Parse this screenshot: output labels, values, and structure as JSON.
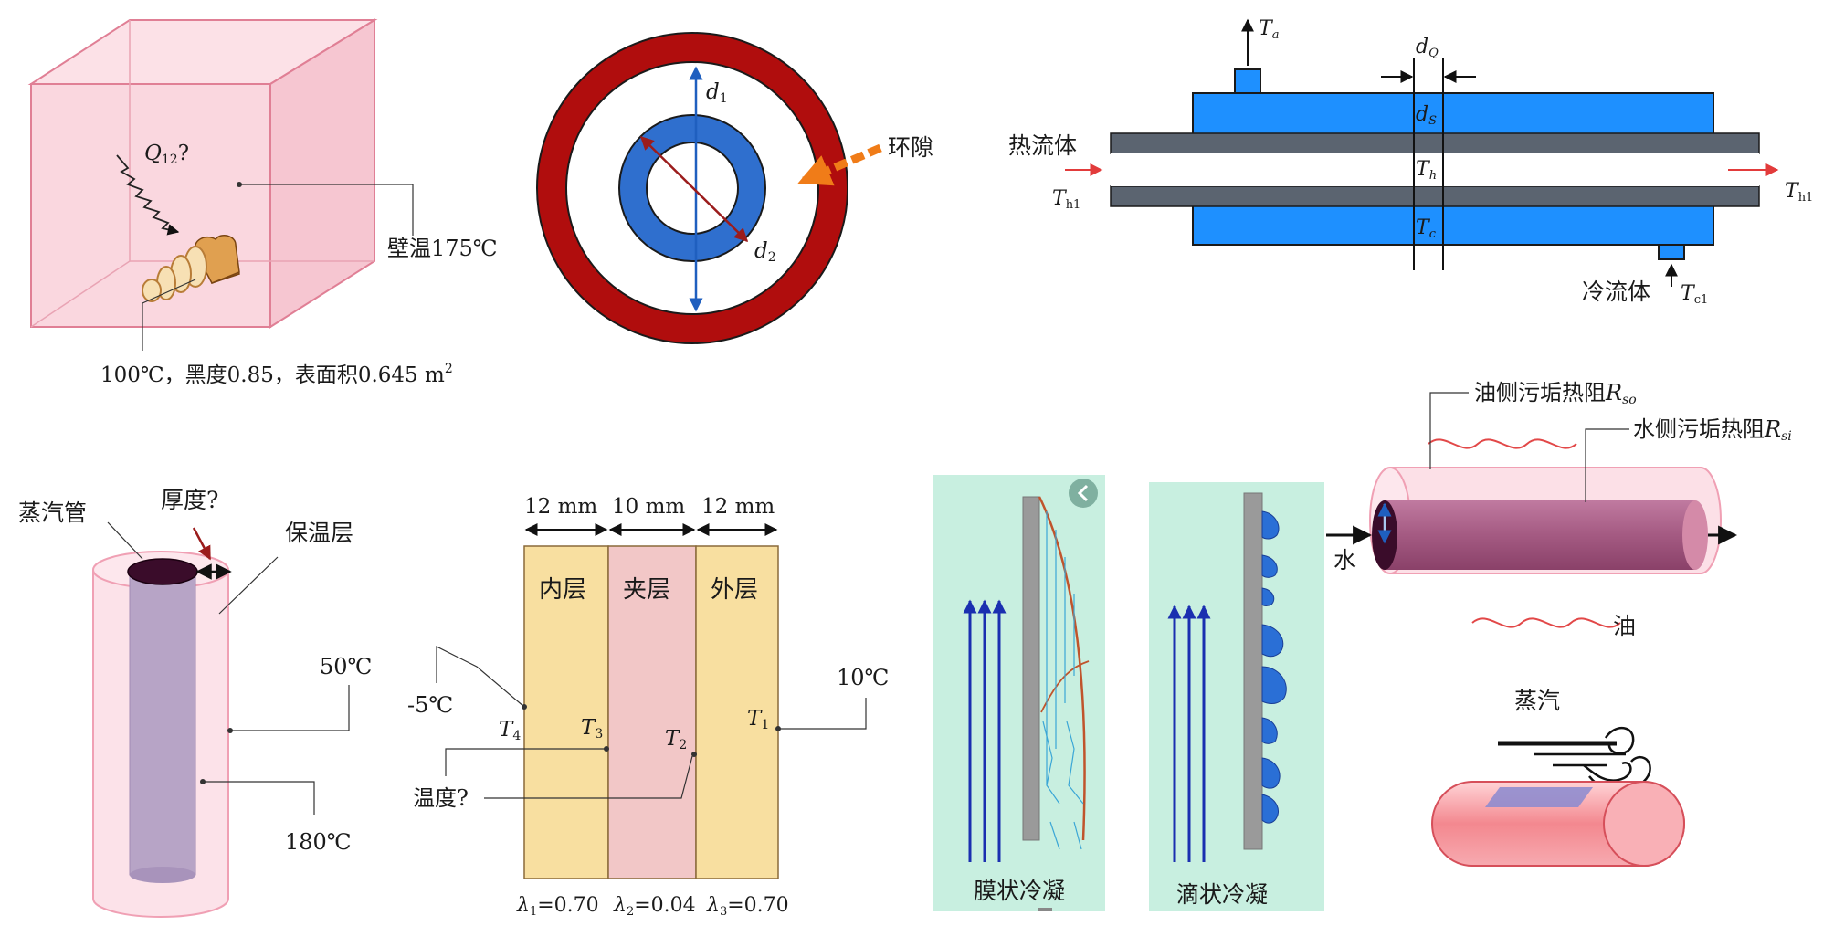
{
  "colors": {
    "box_fill": "#f8c9d4",
    "box_edge": "#e07f95",
    "ring_red": "#b00d0d",
    "ring_blue": "#2f6fce",
    "shell_blue": "#1e90ff",
    "tube_gray": "#5b6470",
    "accent_orange": "#f07c18",
    "arrow_red": "#e23b3b",
    "layer_yellow": "#f8dfa0",
    "layer_pink": "#f2c7c7",
    "panel_teal": "#c8efe0",
    "drop_blue": "#2a6fd6",
    "oil_tube": "#a85c84",
    "wave_red": "#e24848"
  },
  "panel_radiation": {
    "q_symbol": "Q",
    "q_sub": "12",
    "q_mark": "?",
    "wall_label": "壁温175℃",
    "bread_label": "100℃，黑度0.85，表面积0.645 m",
    "bread_label_sup": "2",
    "icons": [
      "wavy-radiation-arrow-icon",
      "bread-icon"
    ]
  },
  "panel_annulus": {
    "d1_symbol": "d",
    "d1_sub": "1",
    "d2_symbol": "d",
    "d2_sub": "2",
    "gap_label": "环隙"
  },
  "panel_exchanger": {
    "ta_symbol": "T",
    "ta_sub": "a",
    "dq_symbol": "d",
    "dq_sub": "Q",
    "ds_symbol": "d",
    "ds_sub": "S",
    "th_symbol": "T",
    "th_sub": "h",
    "tc_symbol": "T",
    "tc_sub": "c",
    "hot_fluid_label": "热流体",
    "th1_in_symbol": "T",
    "th1_in_sub": "h1",
    "th1_out_symbol": "T",
    "th1_out_sub": "h1",
    "cold_fluid_label": "冷流体",
    "tc1_symbol": "T",
    "tc1_sub": "c1"
  },
  "panel_steam_pipe": {
    "pipe_label": "蒸汽管",
    "thickness_label": "厚度?",
    "insulation_label": "保温层",
    "outer_temp": "50℃",
    "inner_temp": "180℃"
  },
  "panel_wall": {
    "widths": [
      "12 mm",
      "10 mm",
      "12 mm"
    ],
    "layers": [
      "内层",
      "夹层",
      "外层"
    ],
    "inside_temp": "-5℃",
    "outside_temp": "10℃",
    "t4_symbol": "T",
    "t4_sub": "4",
    "t3_symbol": "T",
    "t3_sub": "3",
    "t2_symbol": "T",
    "t2_sub": "2",
    "t1_symbol": "T",
    "t1_sub": "1",
    "question": "温度?",
    "conductivities": [
      {
        "symbol": "λ",
        "sub": "1",
        "value": "=0.70"
      },
      {
        "symbol": "λ",
        "sub": "2",
        "value": "=0.04"
      },
      {
        "symbol": "λ",
        "sub": "3",
        "value": "=0.70"
      }
    ]
  },
  "panel_condensation": {
    "film_label": "膜状冷凝",
    "drop_label": "滴状冷凝",
    "back_icon": "chevron-left-icon"
  },
  "panel_fouling": {
    "oil_side_label": "油侧污垢热阻",
    "oil_side_symbol": "R",
    "oil_side_sub": "so",
    "water_side_label": "水侧污垢热阻",
    "water_side_symbol": "R",
    "water_side_sub": "si",
    "water_label": "水",
    "oil_label": "油"
  },
  "panel_steam_tank": {
    "steam_label": "蒸汽",
    "icons": [
      "steam-wind-icon",
      "horizontal-tank-icon"
    ]
  }
}
